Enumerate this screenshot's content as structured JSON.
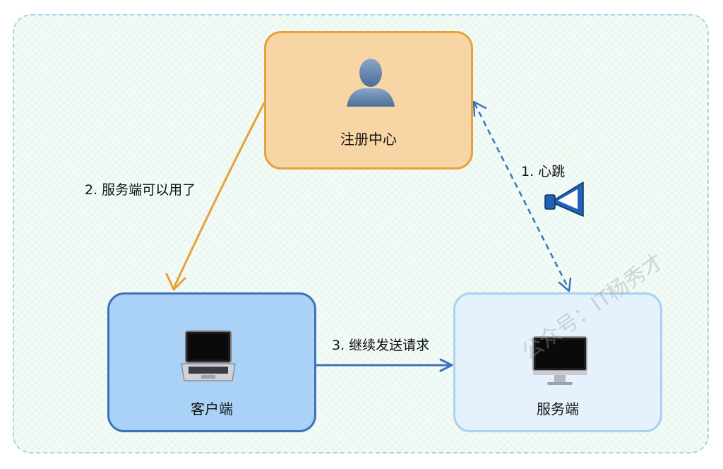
{
  "nodes": {
    "registry": {
      "label": "注册中心",
      "icon": "user-silhouette-icon",
      "fill": "#f8d5a4",
      "stroke": "#e6a23b"
    },
    "client": {
      "label": "客户端",
      "icon": "laptop-icon",
      "fill": "#a9d2f6",
      "stroke": "#3f72b8"
    },
    "server": {
      "label": "服务端",
      "icon": "desktop-monitor-icon",
      "fill": "#e5f1fc",
      "stroke": "#a8d1f3"
    }
  },
  "edges": {
    "heartbeat": {
      "label": "1. 心跳",
      "style": "dashed-bidirectional",
      "color": "#3f72b8",
      "icon": "heartbeat-megaphone-icon"
    },
    "notify": {
      "label": "2. 服务端可以用了",
      "style": "solid",
      "color": "#e6a23b"
    },
    "request": {
      "label": "3. 继续发送请求",
      "style": "solid",
      "color": "#3f72b8"
    }
  },
  "watermark": "公众号：IT杨秀才"
}
